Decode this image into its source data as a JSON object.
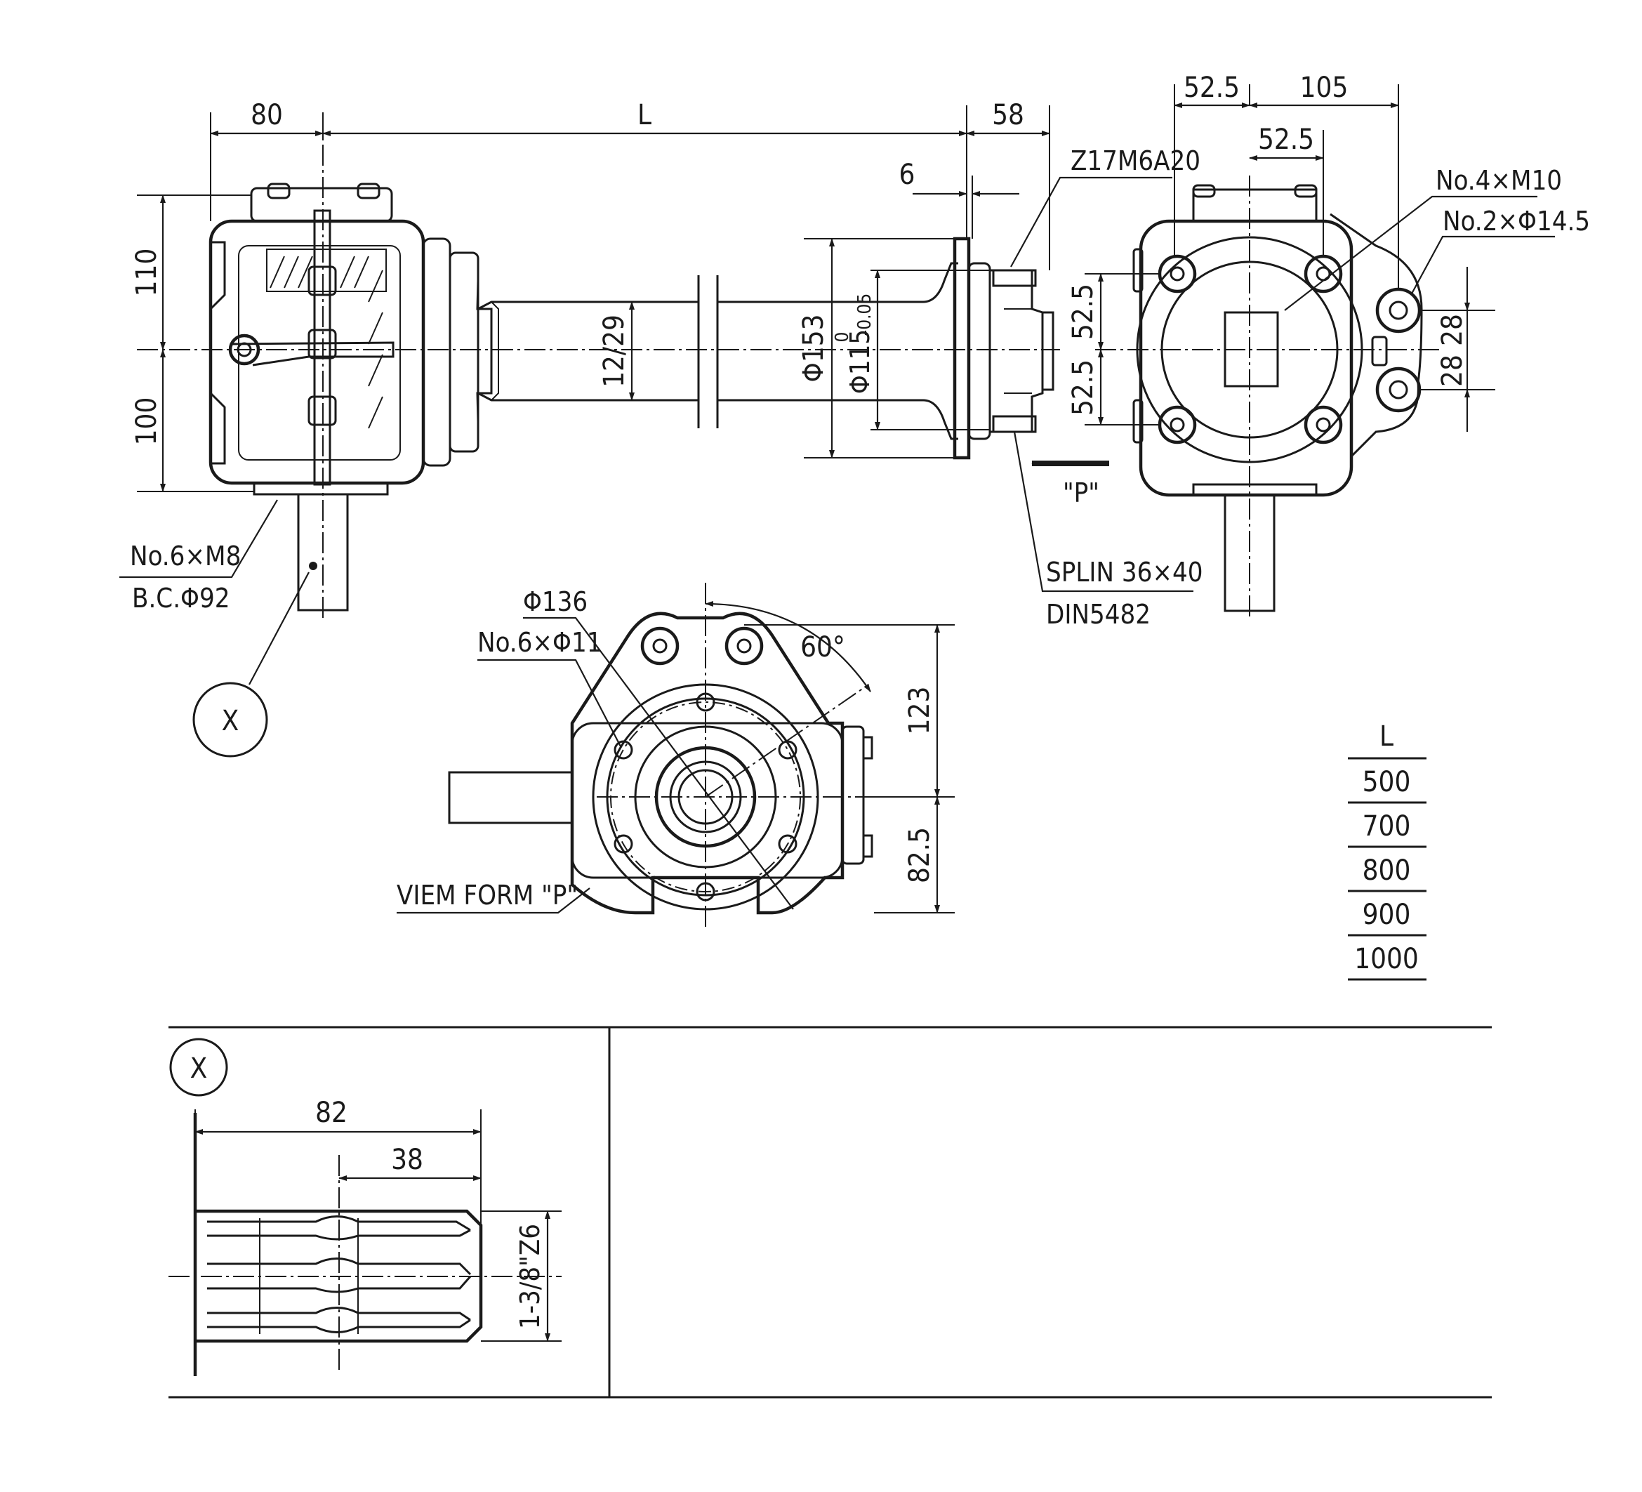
{
  "dimensions": {
    "top_80": "80",
    "top_L": "L",
    "top_58": "58",
    "top_6": "6",
    "left_110": "110",
    "left_100": "100",
    "shaft_12_29": "12/29",
    "flange_153": "Φ153",
    "flange_115": "Φ115",
    "flange_115_tol": "-0.05",
    "flange_115_tol_upper": "0",
    "right_52_5_top_a": "52.5",
    "right_105": "105",
    "right_52_5_top_b": "52.5",
    "right_52_5_v_a": "52.5",
    "right_52_5_v_b": "52.5",
    "right_28_a": "28",
    "right_28_b": "28",
    "bottom_136": "Φ136",
    "bottom_60deg": "60°",
    "bottom_123": "123",
    "bottom_82_5": "82.5",
    "detail_82": "82",
    "detail_38": "38",
    "detail_spline": "1-3/8\"Z6"
  },
  "callouts": {
    "spline_z17": "Z17M6A20",
    "holes_m10": "No.4×M10",
    "holes_14_5": "No.2×Φ14.5",
    "holes_m8": "No.6×M8",
    "bc_92": "B.C.Φ92",
    "holes_11": "No.6×Φ11",
    "splin": "SPLIN 36×40",
    "din": "DIN5482",
    "view_p_arrow": "\"P\"",
    "view_form_p": "VIEM FORM \"P\"",
    "detail_x_ref": "X",
    "detail_x_title": "X"
  },
  "length_table": {
    "header": "L",
    "rows": [
      "500",
      "700",
      "800",
      "900",
      "1000"
    ]
  }
}
